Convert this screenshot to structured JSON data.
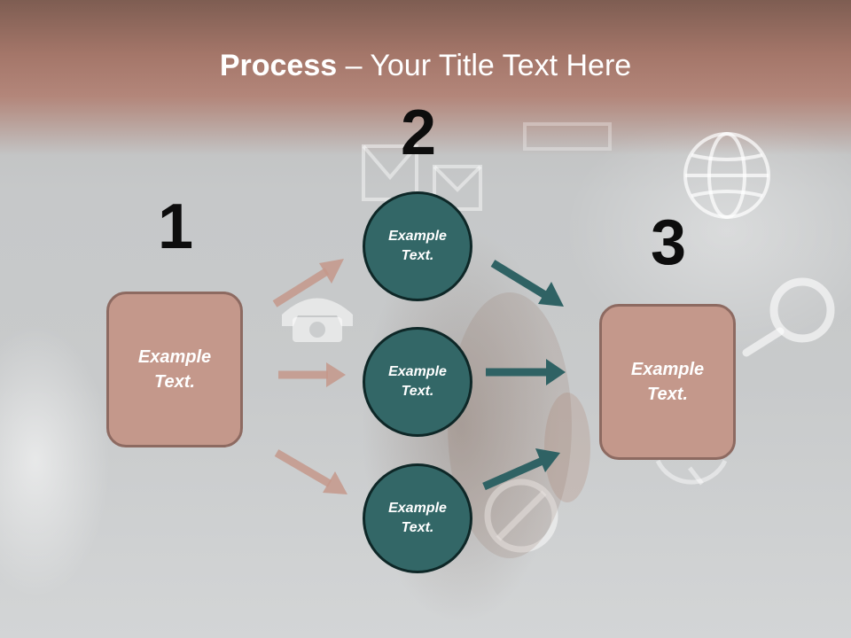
{
  "slide": {
    "title_bold": "Process",
    "title_rest": " – Your Title Text Here",
    "step_numbers": [
      "1",
      "2",
      "3"
    ],
    "left_box": {
      "text": "Example Text."
    },
    "circles": [
      {
        "text": "Example Text."
      },
      {
        "text": "Example Text."
      },
      {
        "text": "Example Text."
      }
    ],
    "right_box": {
      "text": "Example Text."
    }
  },
  "colors": {
    "box_fill": "#c4988b",
    "box_border": "#8d6a61",
    "circle_fill": "#336767",
    "circle_border": "#0e2727",
    "arrow_left": "#c4988b",
    "arrow_right": "#2f6264",
    "title_band": "#a47669"
  },
  "background_icons": [
    "envelope-icon",
    "globe-icon",
    "phone-icon",
    "magnifier-icon",
    "no-entry-icon",
    "clock-icon"
  ]
}
